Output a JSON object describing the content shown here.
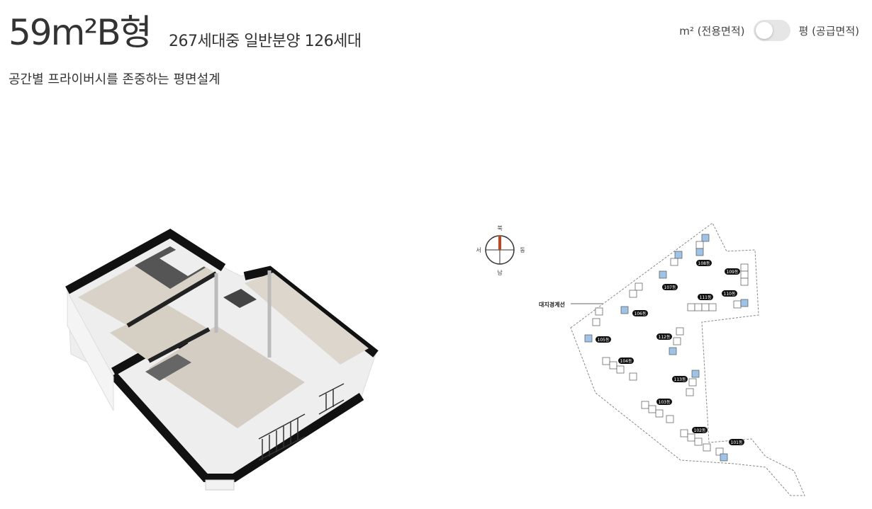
{
  "header": {
    "title": "59m²B형",
    "subtitle": "267세대중 일반분양 126세대",
    "description": "공간별 프라이버시를 존중하는 평면설계"
  },
  "unit_toggle": {
    "left_label": "m² (전용면적)",
    "right_label": "평 (공급면적)",
    "state": "off"
  },
  "compass": {
    "north": "북",
    "south": "남",
    "east": "동",
    "west": "서"
  },
  "site_plan": {
    "boundary_label": "대지경계선",
    "buildings": [
      {
        "label": "101동"
      },
      {
        "label": "102동"
      },
      {
        "label": "103동"
      },
      {
        "label": "104동"
      },
      {
        "label": "105동"
      },
      {
        "label": "106동"
      },
      {
        "label": "107동"
      },
      {
        "label": "108동"
      },
      {
        "label": "109동"
      },
      {
        "label": "110동"
      },
      {
        "label": "111동"
      },
      {
        "label": "112동"
      },
      {
        "label": "113동"
      }
    ]
  },
  "colors": {
    "highlight": "#9fc3e6",
    "compass_north": "#c0451c",
    "text": "#333333"
  }
}
